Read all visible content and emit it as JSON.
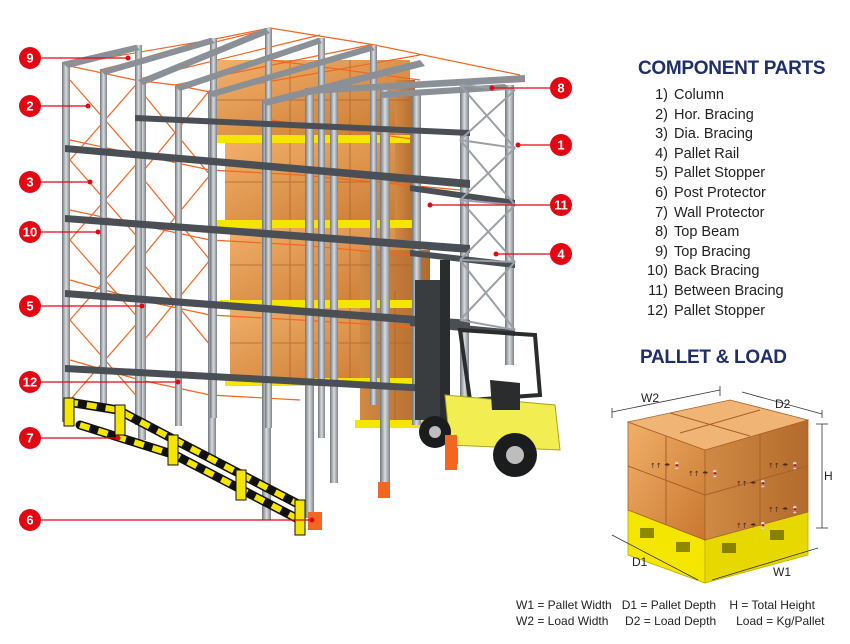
{
  "headings": {
    "components": "COMPONENT PARTS",
    "pallet_load": "PALLET & LOAD"
  },
  "component_parts": [
    {
      "num": "1)",
      "label": "Column"
    },
    {
      "num": "2)",
      "label": "Hor. Bracing"
    },
    {
      "num": "3)",
      "label": "Dia. Bracing"
    },
    {
      "num": "4)",
      "label": "Pallet Rail"
    },
    {
      "num": "5)",
      "label": "Pallet Stopper"
    },
    {
      "num": "6)",
      "label": "Post Protector"
    },
    {
      "num": "7)",
      "label": "Wall Protector"
    },
    {
      "num": "8)",
      "label": "Top Beam"
    },
    {
      "num": "9)",
      "label": "Top Bracing"
    },
    {
      "num": "10)",
      "label": "Back Bracing"
    },
    {
      "num": "11)",
      "label": "Between Bracing"
    },
    {
      "num": "12)",
      "label": "Pallet Stopper"
    }
  ],
  "callouts": {
    "c1": "1",
    "c2": "2",
    "c3": "3",
    "c4": "4",
    "c5": "5",
    "c6": "6",
    "c7": "7",
    "c8": "8",
    "c9": "9",
    "c10": "10",
    "c11": "11",
    "c12": "12"
  },
  "dimensions": {
    "w1": "W1",
    "w2": "W2",
    "d1": "D1",
    "d2": "D2",
    "h": "H"
  },
  "legend": {
    "row1": "W1 = Pallet Width   D1 = Pallet Depth    H = Total Height",
    "row2": "W2 = Load Width     D2 = Load Depth      Load = Kg/Pallet"
  },
  "box_marking": "↑↑ ☂ 🍷",
  "colors": {
    "callout_red": "#e30613",
    "heading_navy": "#1f2f6e",
    "box_orange": "#e09a52",
    "pallet_yellow": "#f5e600",
    "bracing_orange": "#f26522",
    "steel": "#9aa0a6",
    "beam_dark": "#4a4f55"
  }
}
